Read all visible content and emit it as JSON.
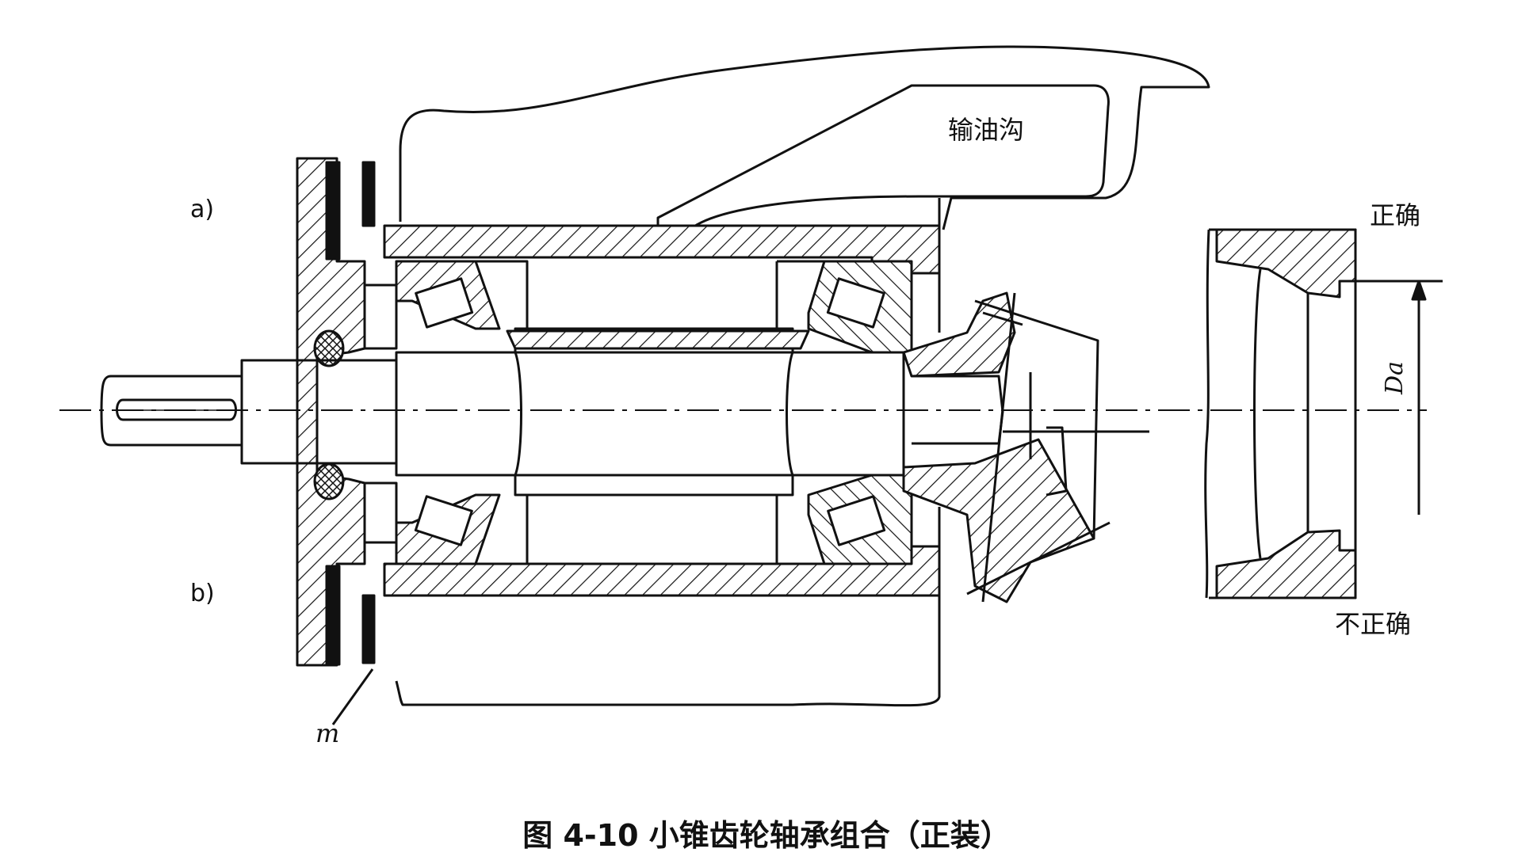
{
  "labels": {
    "oil_groove": "输油沟",
    "variant_a": "a)",
    "variant_b": "b)",
    "mark_m": "m",
    "correct": "正确",
    "incorrect": "不正确",
    "dimension": "Da"
  },
  "caption": "图 4-10    小锥齿轮轴承组合（正装）",
  "colors": {
    "line": "#111111",
    "background": "#ffffff"
  }
}
